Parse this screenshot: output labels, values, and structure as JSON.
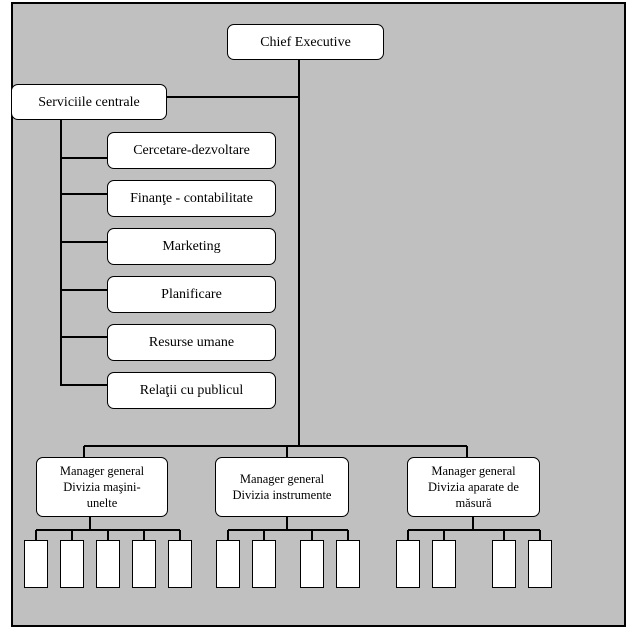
{
  "chart": {
    "ceo": "Chief Executive",
    "central_services": "Serviciile centrale",
    "departments": [
      "Cercetare-dezvoltare",
      "Finanţe - contabilitate",
      "Marketing",
      "Planificare",
      "Resurse umane",
      "Relaţii cu publicul"
    ],
    "managers": [
      "Manager general\nDivizia maşini-\nunelte",
      "Manager general\nDivizia instrumente",
      "Manager general\nDivizia aparate de\nmăsură"
    ],
    "sub_unit_counts": [
      5,
      4,
      4
    ]
  }
}
